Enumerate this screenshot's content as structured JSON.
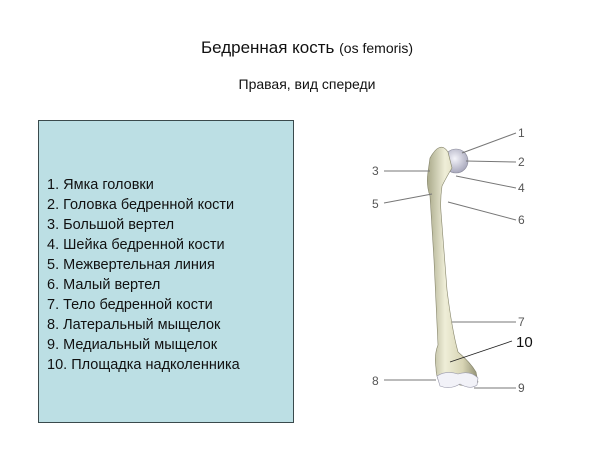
{
  "header": {
    "title": "Бедренная кость",
    "title_latin": "(os femoris)",
    "subtitle": "Правая, вид спереди"
  },
  "legend": {
    "background": "#bcdfe4",
    "items": [
      {
        "num": "1.",
        "label": "Ямка головки"
      },
      {
        "num": "2.",
        "label": "Головка бедренной кости"
      },
      {
        "num": "3.",
        "label": "Большой вертел"
      },
      {
        "num": "4.",
        "label": "Шейка бедренной кости"
      },
      {
        "num": "5.",
        "label": "Межвертельная линия"
      },
      {
        "num": "6.",
        "label": "Малый вертел"
      },
      {
        "num": "7.",
        "label": "Тело бедренной кости"
      },
      {
        "num": "8.",
        "label": "Латеральный мыщелок"
      },
      {
        "num": "9.",
        "label": "Медиальный мыщелок"
      },
      {
        "num": "10.",
        "label": "Площадка надколенника"
      }
    ]
  },
  "diagram": {
    "labels": {
      "l1": "1",
      "l2": "2",
      "l3": "3",
      "l4": "4",
      "l5": "5",
      "l6": "6",
      "l7": "7",
      "l8": "8",
      "l9": "9",
      "l10": "10"
    }
  }
}
